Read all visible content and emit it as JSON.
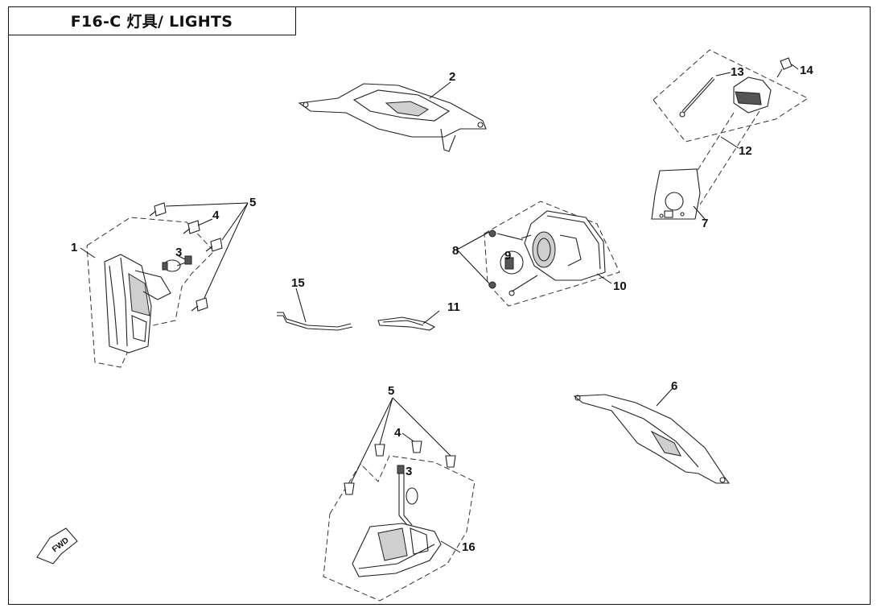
{
  "title": "F16-C 灯具/ LIGHTS",
  "callouts": {
    "c1": "1",
    "c2": "2",
    "c3a": "3",
    "c3b": "3",
    "c4a": "4",
    "c4b": "4",
    "c5a": "5",
    "c5b": "5",
    "c6": "6",
    "c7": "7",
    "c8": "8",
    "c9": "9",
    "c10": "10",
    "c11": "11",
    "c12": "12",
    "c13": "13",
    "c14": "14",
    "c15": "15",
    "c16": "16"
  },
  "fwd_label": "FWD"
}
